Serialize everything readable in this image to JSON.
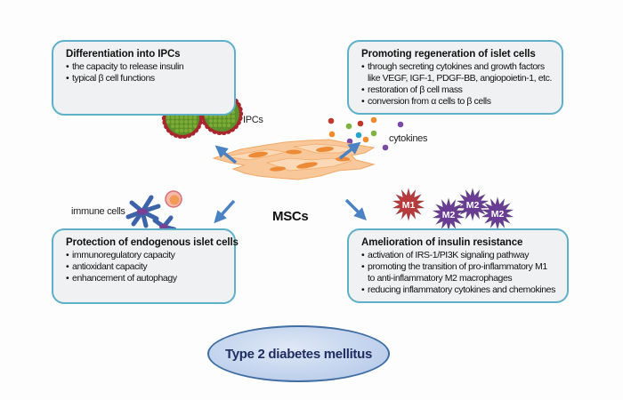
{
  "diagram": {
    "center_label": "MSCs",
    "footer_label": "Type 2 diabetes mellitus",
    "annotations": {
      "ipcs": "IPCs",
      "cytokines": "cytokines",
      "immune_cells": "immune cells"
    },
    "macrophages": [
      {
        "label": "M1",
        "color": "#b83a3c"
      },
      {
        "label": "M2",
        "color": "#6a3d94"
      },
      {
        "label": "M2",
        "color": "#6a3d94"
      },
      {
        "label": "M2",
        "color": "#6a3d94"
      }
    ],
    "boxes": {
      "differentiation": {
        "title": "Differentiation into IPCs",
        "items": [
          "the capacity to release insulin",
          "typical β cell functions"
        ]
      },
      "regeneration": {
        "title": "Promoting regeneration of islet cells",
        "items": [
          "through secreting cytokines and growth factors",
          "like VEGF, IGF-1, PDGF-BB, angiopoietin-1, etc.",
          "restoration of β cell mass",
          "conversion from α cells to β cells"
        ]
      },
      "protection": {
        "title": "Protection of endogenous islet cells",
        "items": [
          "immunoregulatory capacity",
          "antioxidant capacity",
          "enhancement of autophagy"
        ]
      },
      "insulin_resistance": {
        "title": "Amelioration of insulin resistance",
        "items": [
          "activation of IRS-1/PI3K signaling pathway",
          "promoting the transition of pro-inflammatory M1",
          "to anti-inflammatory M2 macrophages",
          "reducing inflammatory cytokines and chemokines"
        ]
      }
    },
    "colors": {
      "box_border": "#5eb0c9",
      "box_fill": "#f0f1f2",
      "arrow": "#4a82c3",
      "msc_fill": "#f8c89a",
      "msc_nucleus": "#ec8a35",
      "ipc_outer": "#a8262d",
      "ipc_inner": "#7bab35",
      "immune_cell": "#3d64a8",
      "ellipse_border": "#3f6ea3"
    }
  }
}
